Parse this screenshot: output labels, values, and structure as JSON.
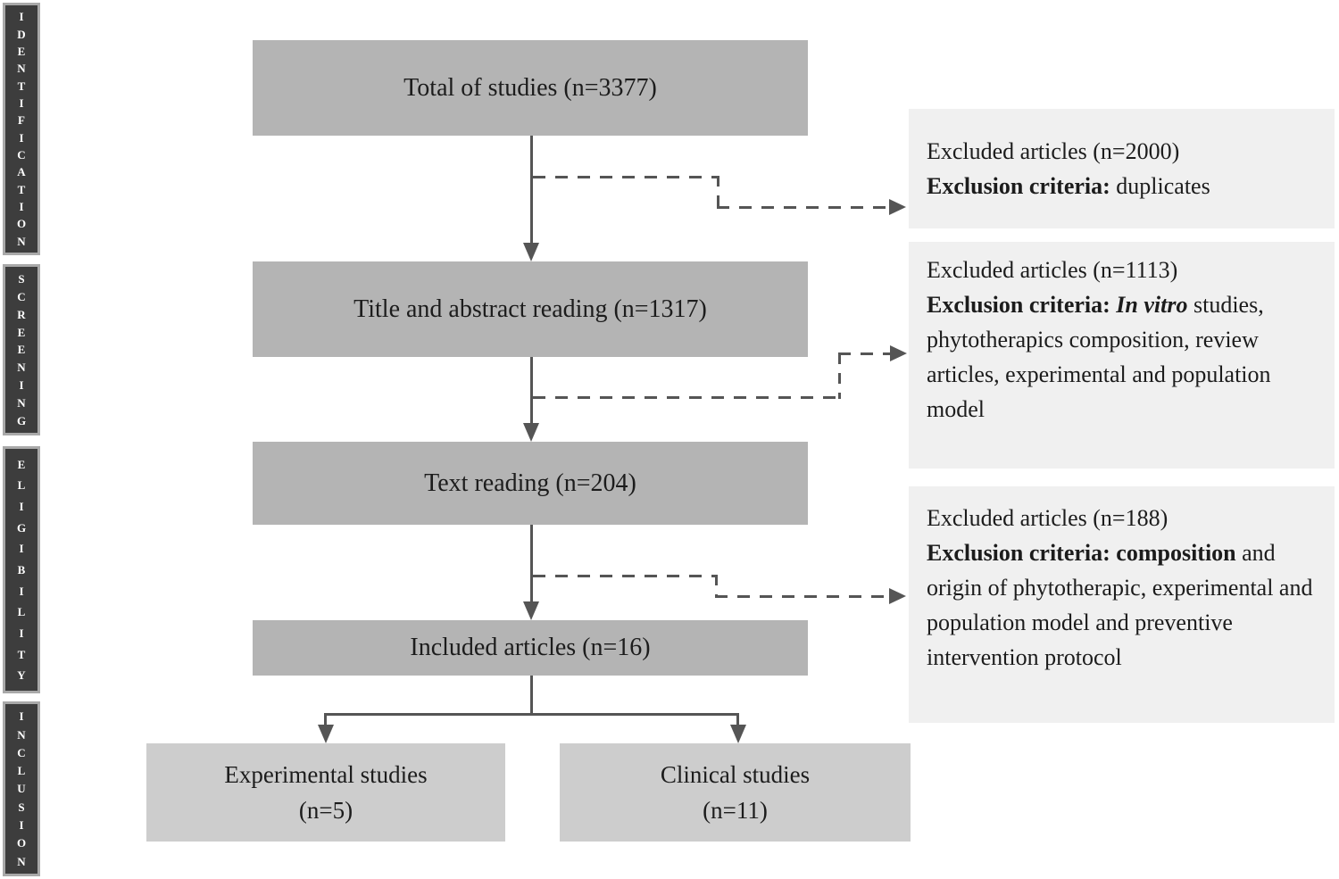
{
  "sidebar": {
    "sections": [
      {
        "id": "identification",
        "label": "IDENTIFICATION"
      },
      {
        "id": "screening",
        "label": "SCREENING"
      },
      {
        "id": "eligibility",
        "label": "ELIGIBILITY"
      },
      {
        "id": "inclusion",
        "label": "INCLUSION"
      }
    ]
  },
  "flow": {
    "boxes": [
      {
        "label": "Total of studies  (n=3377)"
      },
      {
        "label": "Title and abstract reading (n=1317)"
      },
      {
        "label": "Text reading (n=204)"
      },
      {
        "label": "Included articles (n=16)"
      }
    ],
    "outcomes": [
      {
        "line1": "Experimental studies",
        "line2": "(n=5)"
      },
      {
        "line1": "Clinical studies",
        "line2": "(n=11)"
      }
    ]
  },
  "exclusions": [
    {
      "title": "Excluded articles (n=2000)",
      "criteria_label": "Exclusion criteria:",
      "criteria_italic": "",
      "criteria_text": "duplicates"
    },
    {
      "title": "Excluded articles (n=1113)",
      "criteria_label": "Exclusion criteria:",
      "criteria_italic": "In vitro",
      "criteria_text": "studies, phytotherapics composition, review articles, experimental and population model"
    },
    {
      "title": "Excluded articles (n=188)",
      "criteria_label": "Exclusion criteria: composition",
      "criteria_italic": "",
      "criteria_text": "and origin of phytotherapic, experimental and population model and preventive intervention protocol"
    }
  ],
  "colors": {
    "sidebar_fill": "#3d3d3d",
    "sidebar_border": "#a9a9a9",
    "flow_box_fill": "#b4b4b4",
    "outcome_box_fill": "#cdcdcd",
    "exclusion_box_fill": "#f0f0f0",
    "line_color": "#555555",
    "text_color": "#1c1c1c"
  }
}
